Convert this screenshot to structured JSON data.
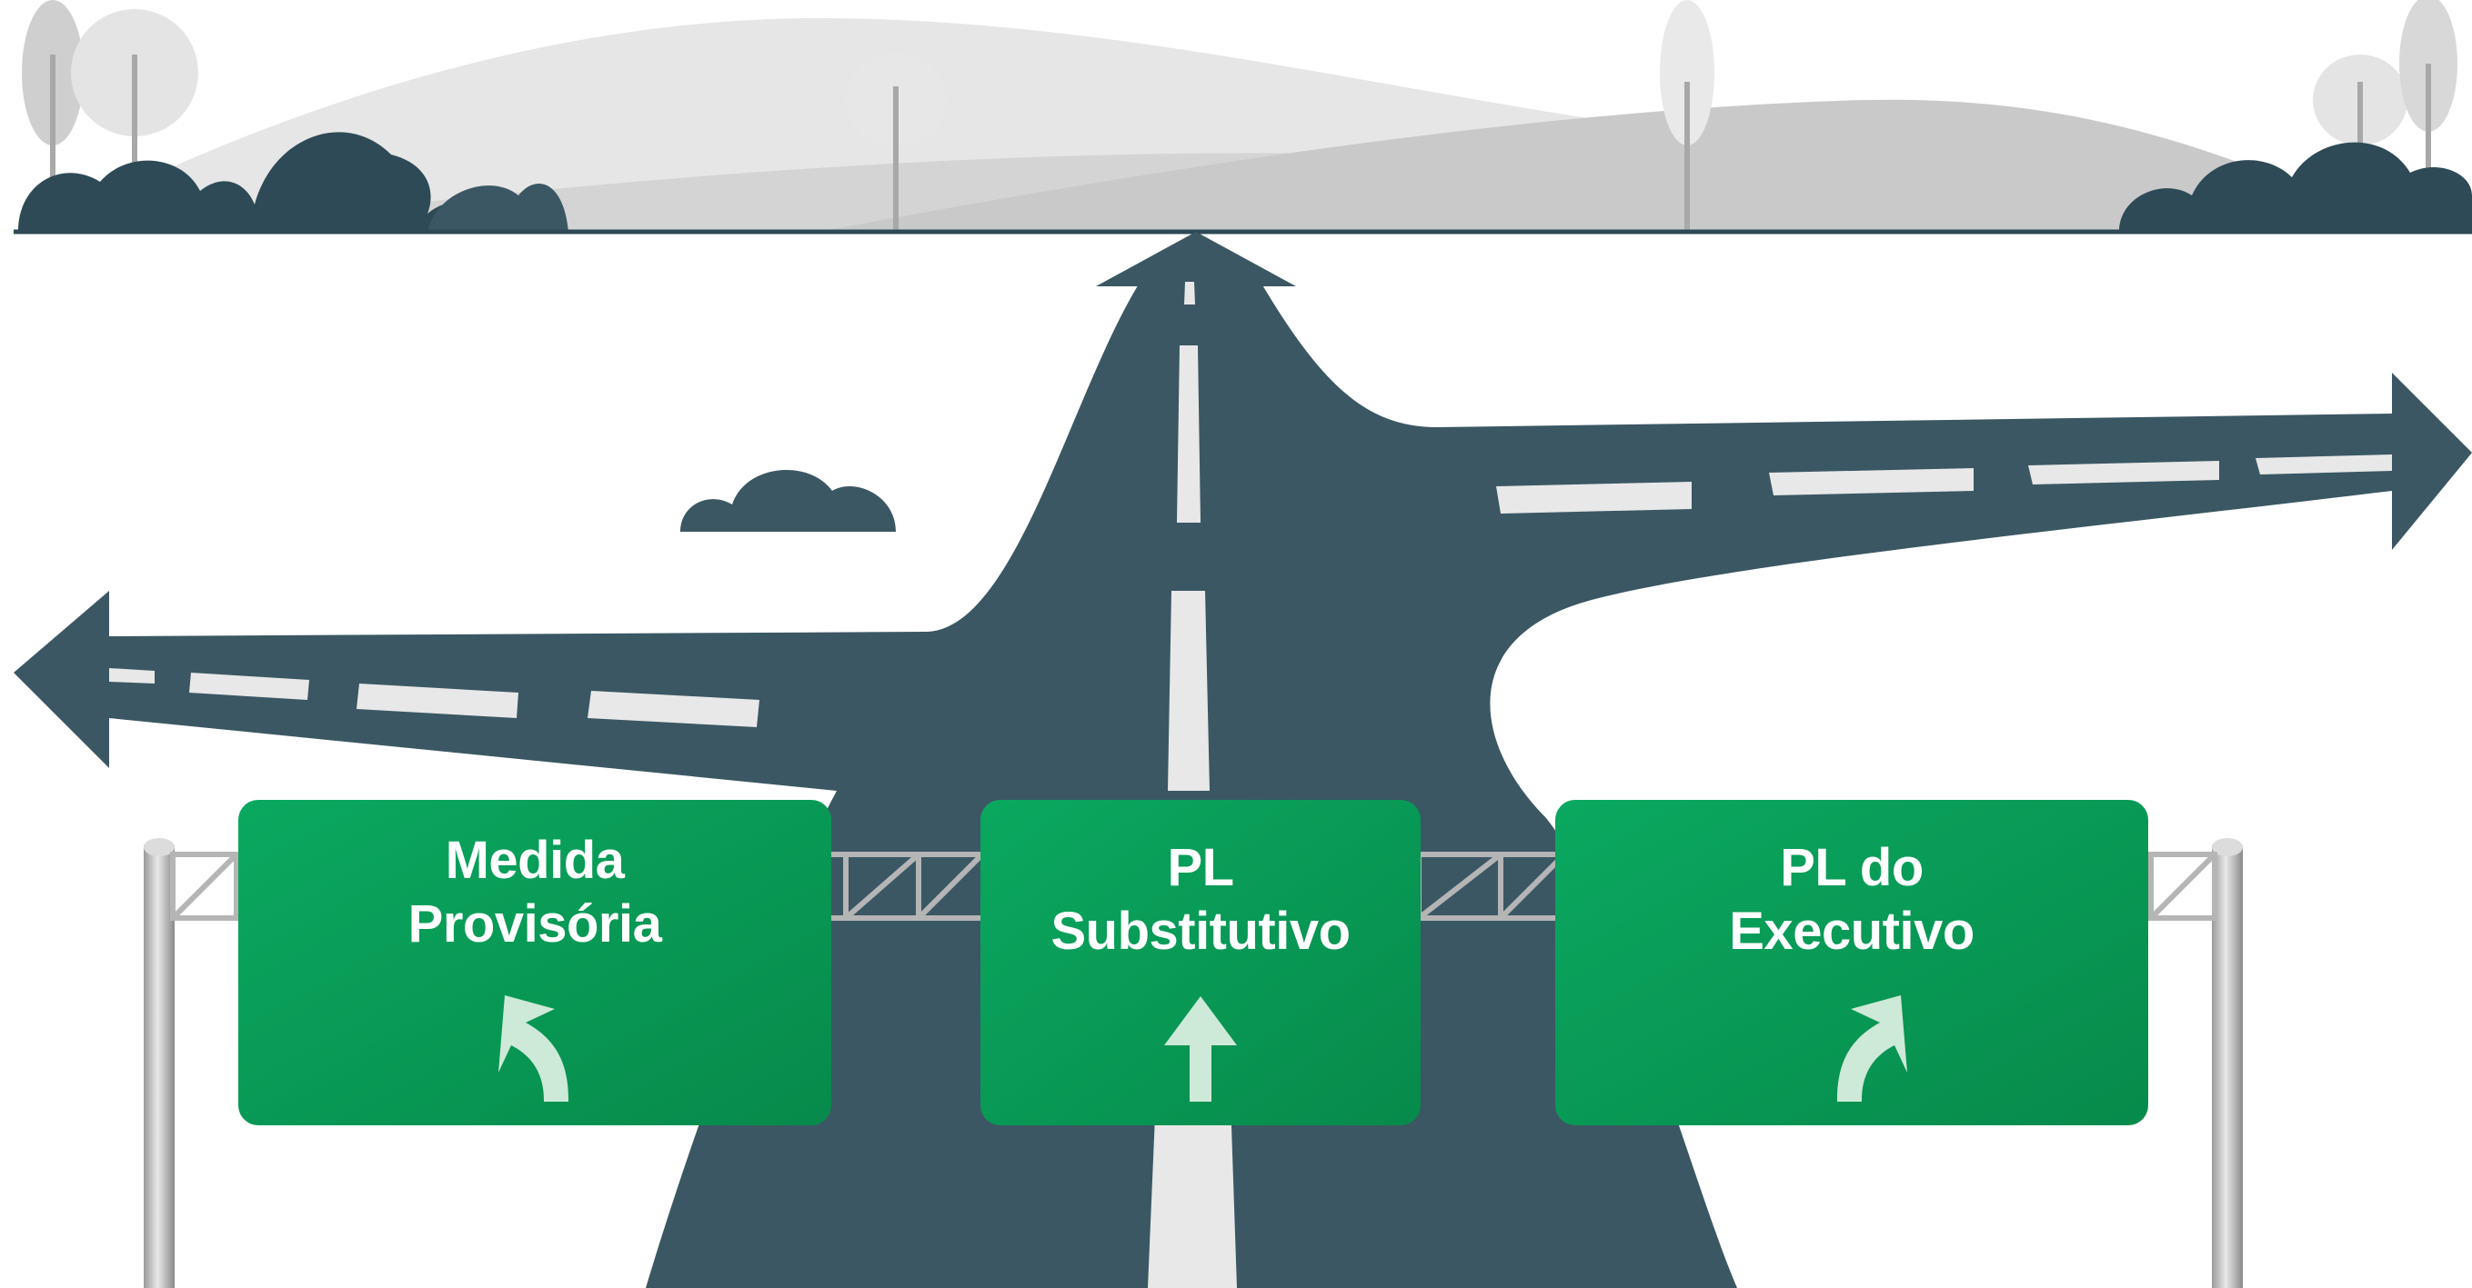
{
  "colors": {
    "road": "#3b5764",
    "road_marking": "#e6e6e6",
    "sign_green": "#0a9e58",
    "sign_arrow": "#cde9d7",
    "hills_light": "#e3e3e3",
    "hills_mid": "#cfcfcf",
    "bush_dark": "#2e4a56",
    "gantry": "#c9c9c9"
  },
  "signs": [
    {
      "id": "left",
      "lines": [
        "Medida",
        "Provisória"
      ],
      "arrow_icon": "arrow-turn-left-icon"
    },
    {
      "id": "center",
      "lines": [
        "PL",
        "Substitutivo"
      ],
      "arrow_icon": "arrow-straight-icon"
    },
    {
      "id": "right",
      "lines": [
        "PL do",
        "Executivo"
      ],
      "arrow_icon": "arrow-turn-right-icon"
    }
  ]
}
